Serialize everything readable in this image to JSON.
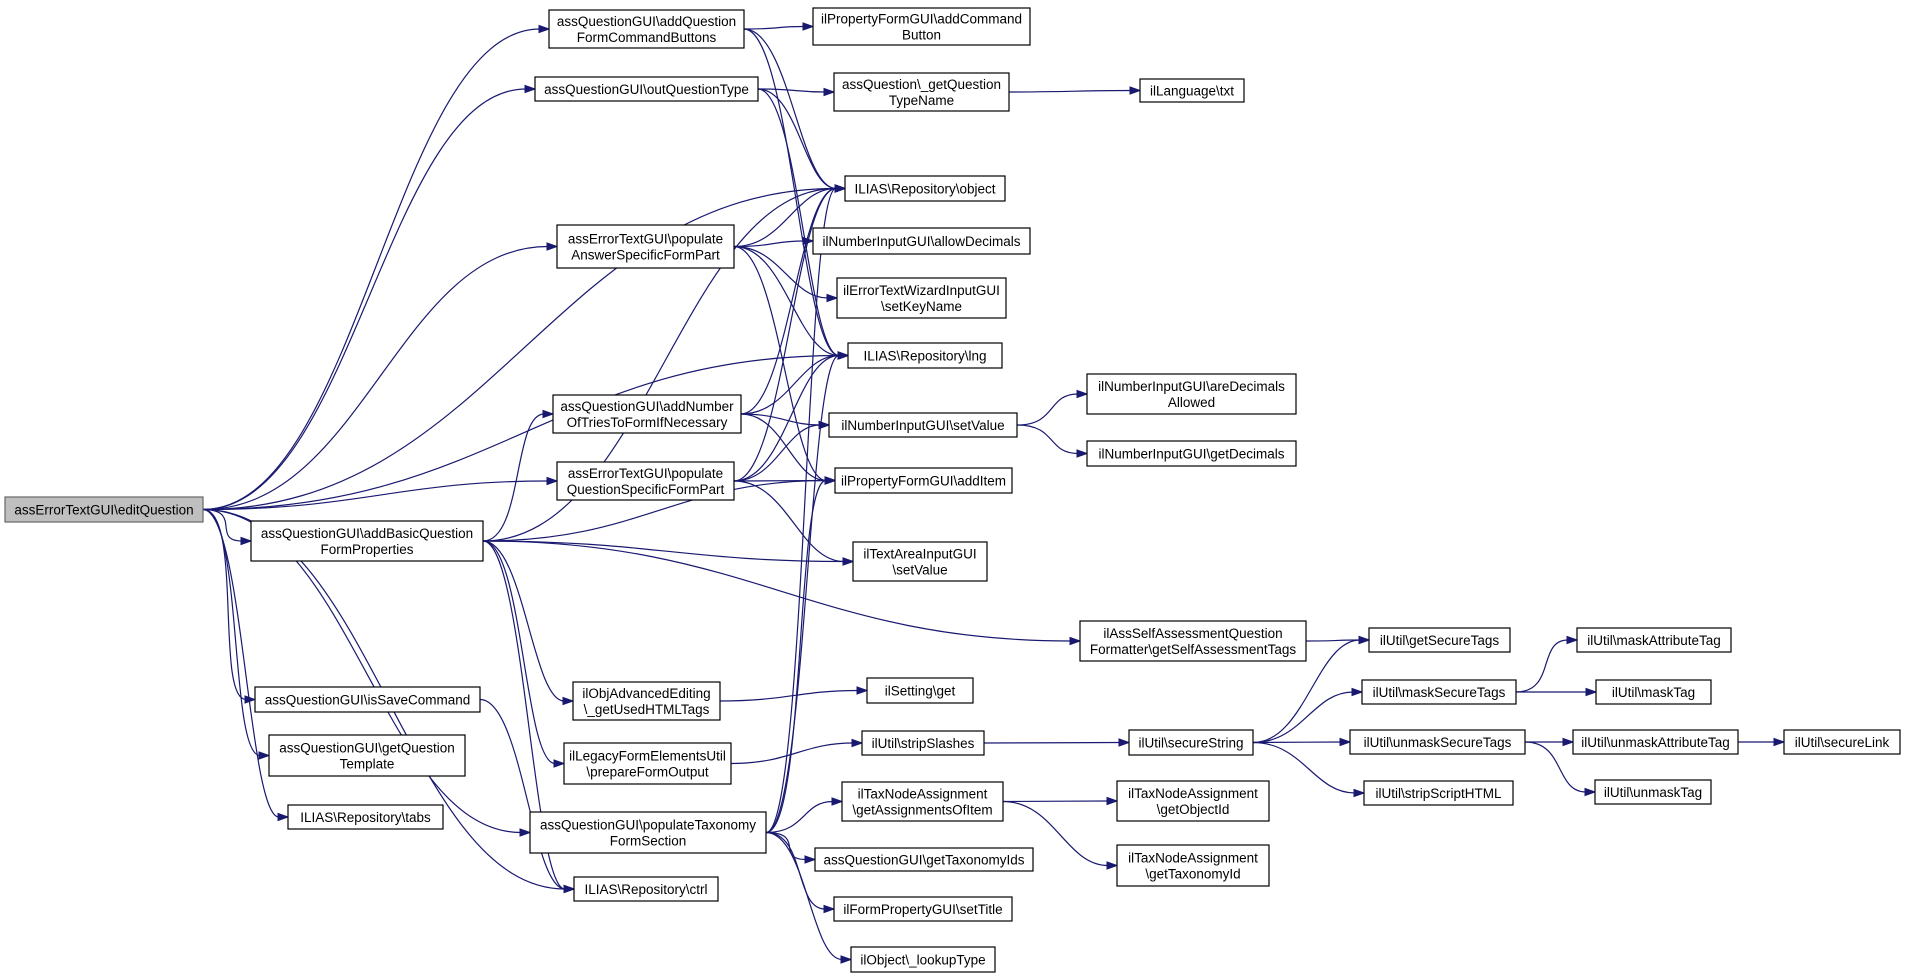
{
  "graph": {
    "edge_color": "#191970",
    "root_fill": "#bfbfbf",
    "nodes": [
      {
        "id": "root",
        "lines": [
          "assErrorTextGUI\\editQuestion"
        ]
      },
      {
        "id": "addQuestionFormCommandButtons",
        "lines": [
          "assQuestionGUI\\addQuestion",
          "FormCommandButtons"
        ]
      },
      {
        "id": "outQuestionType",
        "lines": [
          "assQuestionGUI\\outQuestionType"
        ]
      },
      {
        "id": "populateAnswerSpecificFormPart",
        "lines": [
          "assErrorTextGUI\\populate",
          "AnswerSpecificFormPart"
        ]
      },
      {
        "id": "addNumberOfTries",
        "lines": [
          "assQuestionGUI\\addNumber",
          "OfTriesToFormIfNecessary"
        ]
      },
      {
        "id": "populateQuestionSpecificFormPart",
        "lines": [
          "assErrorTextGUI\\populate",
          "QuestionSpecificFormPart"
        ]
      },
      {
        "id": "addBasicQuestionFormProperties",
        "lines": [
          "assQuestionGUI\\addBasicQuestion",
          "FormProperties"
        ]
      },
      {
        "id": "isSaveCommand",
        "lines": [
          "assQuestionGUI\\isSaveCommand"
        ]
      },
      {
        "id": "getQuestionTemplate",
        "lines": [
          "assQuestionGUI\\getQuestion",
          "Template"
        ]
      },
      {
        "id": "tabs",
        "lines": [
          "ILIAS\\Repository\\tabs"
        ]
      },
      {
        "id": "getUsedHTMLTags",
        "lines": [
          "ilObjAdvancedEditing",
          "\\_getUsedHTMLTags"
        ]
      },
      {
        "id": "prepareFormOutput",
        "lines": [
          "ilLegacyFormElementsUtil",
          "\\prepareFormOutput"
        ]
      },
      {
        "id": "populateTaxonomyFormSection",
        "lines": [
          "assQuestionGUI\\populateTaxonomy",
          "FormSection"
        ]
      },
      {
        "id": "ctrl",
        "lines": [
          "ILIAS\\Repository\\ctrl"
        ]
      },
      {
        "id": "addCommandButton",
        "lines": [
          "ilPropertyFormGUI\\addCommand",
          "Button"
        ]
      },
      {
        "id": "getQuestionTypeName",
        "lines": [
          "assQuestion\\_getQuestion",
          "TypeName"
        ]
      },
      {
        "id": "txt",
        "lines": [
          "ilLanguage\\txt"
        ]
      },
      {
        "id": "object",
        "lines": [
          "ILIAS\\Repository\\object"
        ]
      },
      {
        "id": "allowDecimals",
        "lines": [
          "ilNumberInputGUI\\allowDecimals"
        ]
      },
      {
        "id": "setKeyName",
        "lines": [
          "ilErrorTextWizardInputGUI",
          "\\setKeyName"
        ]
      },
      {
        "id": "lng",
        "lines": [
          "ILIAS\\Repository\\lng"
        ]
      },
      {
        "id": "setValueNum",
        "lines": [
          "ilNumberInputGUI\\setValue"
        ]
      },
      {
        "id": "areDecimalsAllowed",
        "lines": [
          "ilNumberInputGUI\\areDecimals",
          "Allowed"
        ]
      },
      {
        "id": "getDecimals",
        "lines": [
          "ilNumberInputGUI\\getDecimals"
        ]
      },
      {
        "id": "addItem",
        "lines": [
          "ilPropertyFormGUI\\addItem"
        ]
      },
      {
        "id": "setValueTextArea",
        "lines": [
          "ilTextAreaInputGUI",
          "\\setValue"
        ]
      },
      {
        "id": "getSelfAssessmentTags",
        "lines": [
          "ilAssSelfAssessmentQuestion",
          "Formatter\\getSelfAssessmentTags"
        ]
      },
      {
        "id": "getSecureTags",
        "lines": [
          "ilUtil\\getSecureTags"
        ]
      },
      {
        "id": "maskAttributeTag",
        "lines": [
          "ilUtil\\maskAttributeTag"
        ]
      },
      {
        "id": "maskSecureTags",
        "lines": [
          "ilUtil\\maskSecureTags"
        ]
      },
      {
        "id": "maskTag",
        "lines": [
          "ilUtil\\maskTag"
        ]
      },
      {
        "id": "settingGet",
        "lines": [
          "ilSetting\\get"
        ]
      },
      {
        "id": "stripSlashes",
        "lines": [
          "ilUtil\\stripSlashes"
        ]
      },
      {
        "id": "secureString",
        "lines": [
          "ilUtil\\secureString"
        ]
      },
      {
        "id": "unmaskSecureTags",
        "lines": [
          "ilUtil\\unmaskSecureTags"
        ]
      },
      {
        "id": "unmaskAttributeTag",
        "lines": [
          "ilUtil\\unmaskAttributeTag"
        ]
      },
      {
        "id": "secureLink",
        "lines": [
          "ilUtil\\secureLink"
        ]
      },
      {
        "id": "stripScriptHTML",
        "lines": [
          "ilUtil\\stripScriptHTML"
        ]
      },
      {
        "id": "unmaskTag",
        "lines": [
          "ilUtil\\unmaskTag"
        ]
      },
      {
        "id": "getAssignmentsOfItem",
        "lines": [
          "ilTaxNodeAssignment",
          "\\getAssignmentsOfItem"
        ]
      },
      {
        "id": "getObjectId",
        "lines": [
          "ilTaxNodeAssignment",
          "\\getObjectId"
        ]
      },
      {
        "id": "getTaxonomyId",
        "lines": [
          "ilTaxNodeAssignment",
          "\\getTaxonomyId"
        ]
      },
      {
        "id": "getTaxonomyIds",
        "lines": [
          "assQuestionGUI\\getTaxonomyIds"
        ]
      },
      {
        "id": "setTitle",
        "lines": [
          "ilFormPropertyGUI\\setTitle"
        ]
      },
      {
        "id": "lookupType",
        "lines": [
          "ilObject\\_lookupType"
        ]
      }
    ],
    "edges": [
      [
        "root",
        "addQuestionFormCommandButtons"
      ],
      [
        "root",
        "outQuestionType"
      ],
      [
        "root",
        "object"
      ],
      [
        "root",
        "populateAnswerSpecificFormPart"
      ],
      [
        "root",
        "lng"
      ],
      [
        "root",
        "populateQuestionSpecificFormPart"
      ],
      [
        "root",
        "addBasicQuestionFormProperties"
      ],
      [
        "root",
        "isSaveCommand"
      ],
      [
        "root",
        "getQuestionTemplate"
      ],
      [
        "root",
        "tabs"
      ],
      [
        "root",
        "populateTaxonomyFormSection"
      ],
      [
        "root",
        "ctrl"
      ],
      [
        "addQuestionFormCommandButtons",
        "addCommandButton"
      ],
      [
        "addQuestionFormCommandButtons",
        "object"
      ],
      [
        "addQuestionFormCommandButtons",
        "lng"
      ],
      [
        "outQuestionType",
        "getQuestionTypeName"
      ],
      [
        "outQuestionType",
        "object"
      ],
      [
        "outQuestionType",
        "lng"
      ],
      [
        "getQuestionTypeName",
        "txt"
      ],
      [
        "populateAnswerSpecificFormPart",
        "object"
      ],
      [
        "populateAnswerSpecificFormPart",
        "allowDecimals"
      ],
      [
        "populateAnswerSpecificFormPart",
        "setKeyName"
      ],
      [
        "populateAnswerSpecificFormPart",
        "lng"
      ],
      [
        "populateAnswerSpecificFormPart",
        "addItem"
      ],
      [
        "addNumberOfTries",
        "object"
      ],
      [
        "addNumberOfTries",
        "lng"
      ],
      [
        "addNumberOfTries",
        "setValueNum"
      ],
      [
        "addNumberOfTries",
        "addItem"
      ],
      [
        "populateQuestionSpecificFormPart",
        "object"
      ],
      [
        "populateQuestionSpecificFormPart",
        "lng"
      ],
      [
        "populateQuestionSpecificFormPart",
        "setValueNum"
      ],
      [
        "populateQuestionSpecificFormPart",
        "addItem"
      ],
      [
        "populateQuestionSpecificFormPart",
        "setValueTextArea"
      ],
      [
        "addBasicQuestionFormProperties",
        "object"
      ],
      [
        "addBasicQuestionFormProperties",
        "addNumberOfTries"
      ],
      [
        "addBasicQuestionFormProperties",
        "addItem"
      ],
      [
        "addBasicQuestionFormProperties",
        "setValueTextArea"
      ],
      [
        "addBasicQuestionFormProperties",
        "getSelfAssessmentTags"
      ],
      [
        "addBasicQuestionFormProperties",
        "getUsedHTMLTags"
      ],
      [
        "addBasicQuestionFormProperties",
        "prepareFormOutput"
      ],
      [
        "addBasicQuestionFormProperties",
        "ctrl"
      ],
      [
        "isSaveCommand",
        "ctrl"
      ],
      [
        "setValueNum",
        "areDecimalsAllowed"
      ],
      [
        "setValueNum",
        "getDecimals"
      ],
      [
        "getSelfAssessmentTags",
        "getSecureTags"
      ],
      [
        "getUsedHTMLTags",
        "settingGet"
      ],
      [
        "prepareFormOutput",
        "stripSlashes"
      ],
      [
        "stripSlashes",
        "secureString"
      ],
      [
        "secureString",
        "getSecureTags"
      ],
      [
        "secureString",
        "maskSecureTags"
      ],
      [
        "secureString",
        "unmaskSecureTags"
      ],
      [
        "secureString",
        "stripScriptHTML"
      ],
      [
        "maskSecureTags",
        "maskAttributeTag"
      ],
      [
        "maskSecureTags",
        "maskTag"
      ],
      [
        "unmaskSecureTags",
        "unmaskAttributeTag"
      ],
      [
        "unmaskSecureTags",
        "unmaskTag"
      ],
      [
        "unmaskAttributeTag",
        "secureLink"
      ],
      [
        "populateTaxonomyFormSection",
        "object"
      ],
      [
        "populateTaxonomyFormSection",
        "lng"
      ],
      [
        "populateTaxonomyFormSection",
        "addItem"
      ],
      [
        "populateTaxonomyFormSection",
        "getAssignmentsOfItem"
      ],
      [
        "populateTaxonomyFormSection",
        "getTaxonomyIds"
      ],
      [
        "populateTaxonomyFormSection",
        "setTitle"
      ],
      [
        "populateTaxonomyFormSection",
        "lookupType"
      ],
      [
        "getAssignmentsOfItem",
        "getObjectId"
      ],
      [
        "getAssignmentsOfItem",
        "getTaxonomyId"
      ]
    ]
  }
}
